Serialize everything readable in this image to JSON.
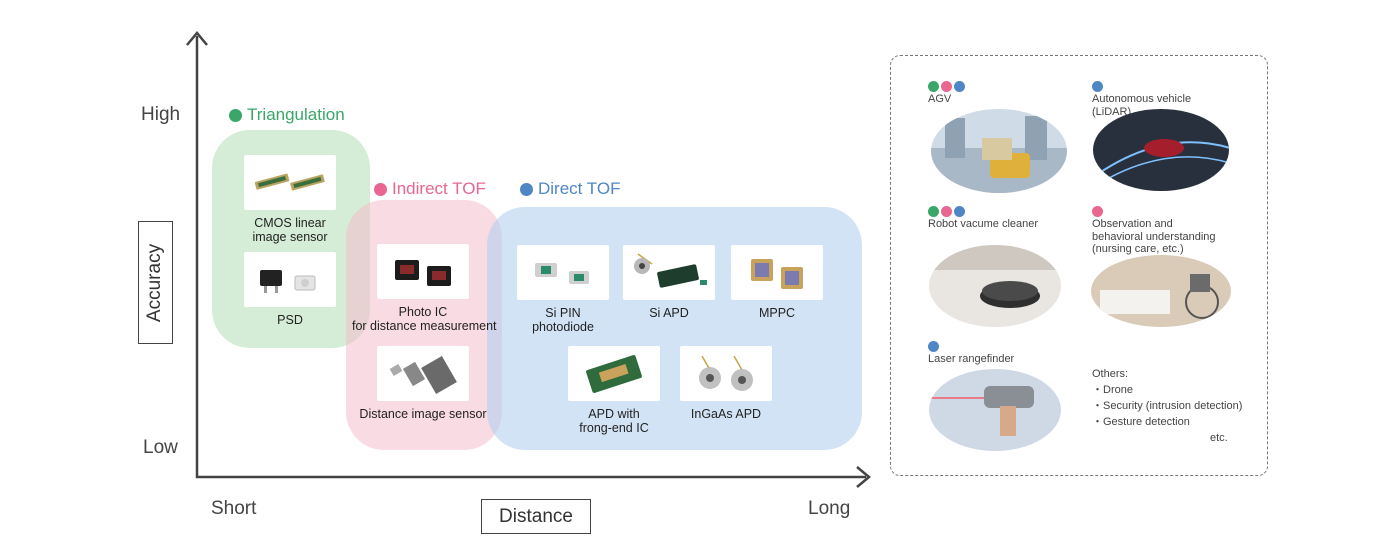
{
  "axes": {
    "y_high": "High",
    "y_low": "Low",
    "y_title": "Accuracy",
    "x_short": "Short",
    "x_long": "Long",
    "x_title": "Distance"
  },
  "colors": {
    "triangulation": "#3aa66a",
    "indirect_tof": "#e8668f",
    "direct_tof": "#4f86c6"
  },
  "methods": {
    "triangulation": "Triangulation",
    "indirect_tof": "Indirect TOF",
    "direct_tof": "Direct TOF"
  },
  "products": {
    "cmos": [
      "CMOS linear",
      "image sensor"
    ],
    "psd": [
      "PSD"
    ],
    "photo_ic": [
      "Photo IC",
      "for distance measurement"
    ],
    "distance_sensor": [
      "Distance image sensor"
    ],
    "si_pin": [
      "Si PIN",
      "photodiode"
    ],
    "si_apd": [
      "Si APD"
    ],
    "mppc": [
      "MPPC"
    ],
    "apd_ic": [
      "APD with",
      "frong-end IC"
    ],
    "ingaas": [
      "InGaAs APD"
    ]
  },
  "applications": {
    "agv": {
      "lines": [
        "AGV"
      ],
      "methods": [
        "triangulation",
        "indirect_tof",
        "direct_tof"
      ]
    },
    "autonomous": {
      "lines": [
        "Autonomous vehicle",
        "(LiDAR)"
      ],
      "methods": [
        "direct_tof"
      ]
    },
    "robot": {
      "lines": [
        "Robot vacume cleaner"
      ],
      "methods": [
        "triangulation",
        "indirect_tof",
        "direct_tof"
      ]
    },
    "observation": {
      "lines": [
        "Observation and",
        "behavioral understanding",
        "(nursing care, etc.)"
      ],
      "methods": [
        "indirect_tof"
      ]
    },
    "laser": {
      "lines": [
        "Laser rangefinder"
      ],
      "methods": [
        "direct_tof"
      ]
    }
  },
  "others": {
    "title": "Others:",
    "items": [
      "・Drone",
      "・Security (intrusion detection)",
      "・Gesture detection"
    ],
    "etc": "etc."
  }
}
